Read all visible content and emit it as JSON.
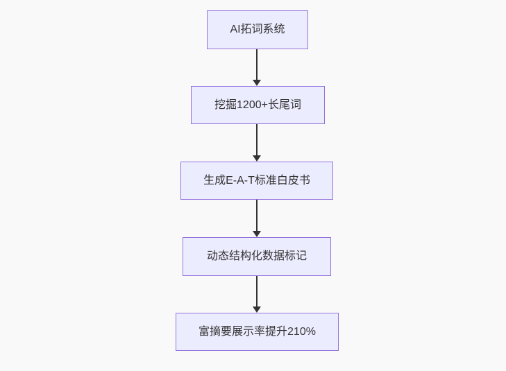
{
  "diagram": {
    "type": "flowchart",
    "direction": "top-down",
    "colors": {
      "canvas_bg": "#f9f9f9",
      "node_fill": "#ECECFF",
      "node_border": "#9370DB",
      "text_color": "#333333",
      "arrow_color": "#333333"
    },
    "nodes": [
      {
        "id": "A",
        "label": "AI拓词系统"
      },
      {
        "id": "B",
        "label": "挖掘1200+长尾词"
      },
      {
        "id": "C",
        "label": "生成E-A-T标准白皮书"
      },
      {
        "id": "D",
        "label": "动态结构化数据标记"
      },
      {
        "id": "E",
        "label": "富摘要展示率提升210%"
      }
    ],
    "edges": [
      {
        "from": "A",
        "to": "B"
      },
      {
        "from": "B",
        "to": "C"
      },
      {
        "from": "C",
        "to": "D"
      },
      {
        "from": "D",
        "to": "E"
      }
    ]
  }
}
